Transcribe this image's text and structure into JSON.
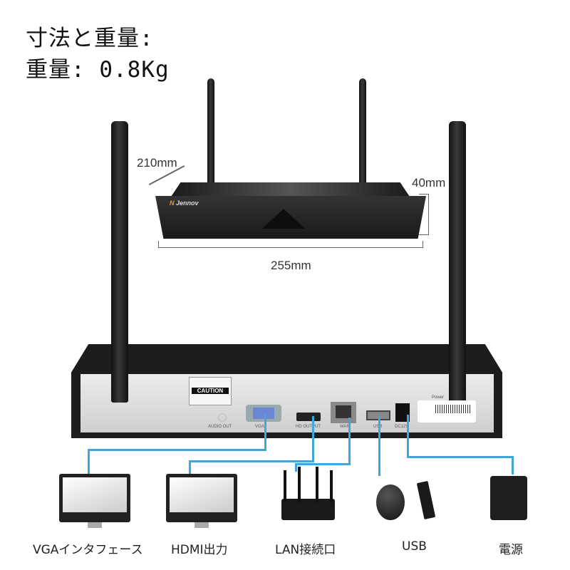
{
  "heading": {
    "line1": "寸法と重量:",
    "line2": "重量: 0.8Kg"
  },
  "dimensions": {
    "depth": "210mm",
    "height": "40mm",
    "width": "255mm"
  },
  "front_panel": {
    "brand": "Jennov"
  },
  "rear_panel": {
    "caution": "CAUTION",
    "ports": {
      "audio": "AUDIO OUT",
      "vga": "VGA",
      "hdmi": "HD OUTPUT",
      "wan": "WAN",
      "usb": "USB",
      "dc": "DC12V",
      "power": "Power"
    }
  },
  "connections": [
    {
      "label": "VGAインタフェース"
    },
    {
      "label": "HDMI出力"
    },
    {
      "label": "LAN接続口"
    },
    {
      "label": "USB"
    },
    {
      "label": "電源"
    }
  ],
  "colors": {
    "connector_line": "#3fa7dc",
    "brand": "#e8a020"
  }
}
